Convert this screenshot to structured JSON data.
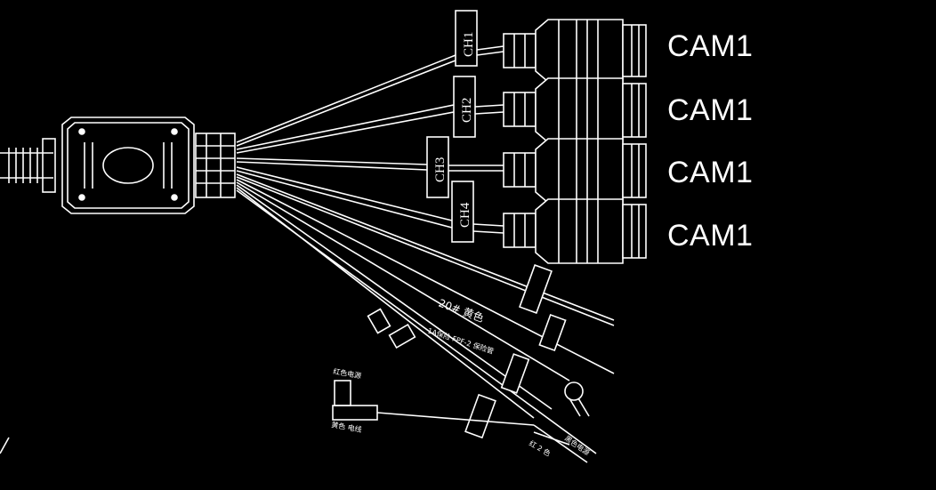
{
  "colors": {
    "background": "#000000",
    "line": "#ffffff"
  },
  "camera_labels": [
    "CAM1",
    "CAM1",
    "CAM1",
    "CAM1"
  ],
  "channel_labels": [
    "CH1",
    "CH2",
    "CH3",
    "CH4"
  ],
  "wire_annotations": {
    "wire1": "20# 黄色",
    "wire2": "1A保险 FPF-2 保险管",
    "left_top": "红色电源",
    "left_bottom": "黄色 电线",
    "right_bottom": "红 2 色",
    "right_far": "黑色电源"
  }
}
